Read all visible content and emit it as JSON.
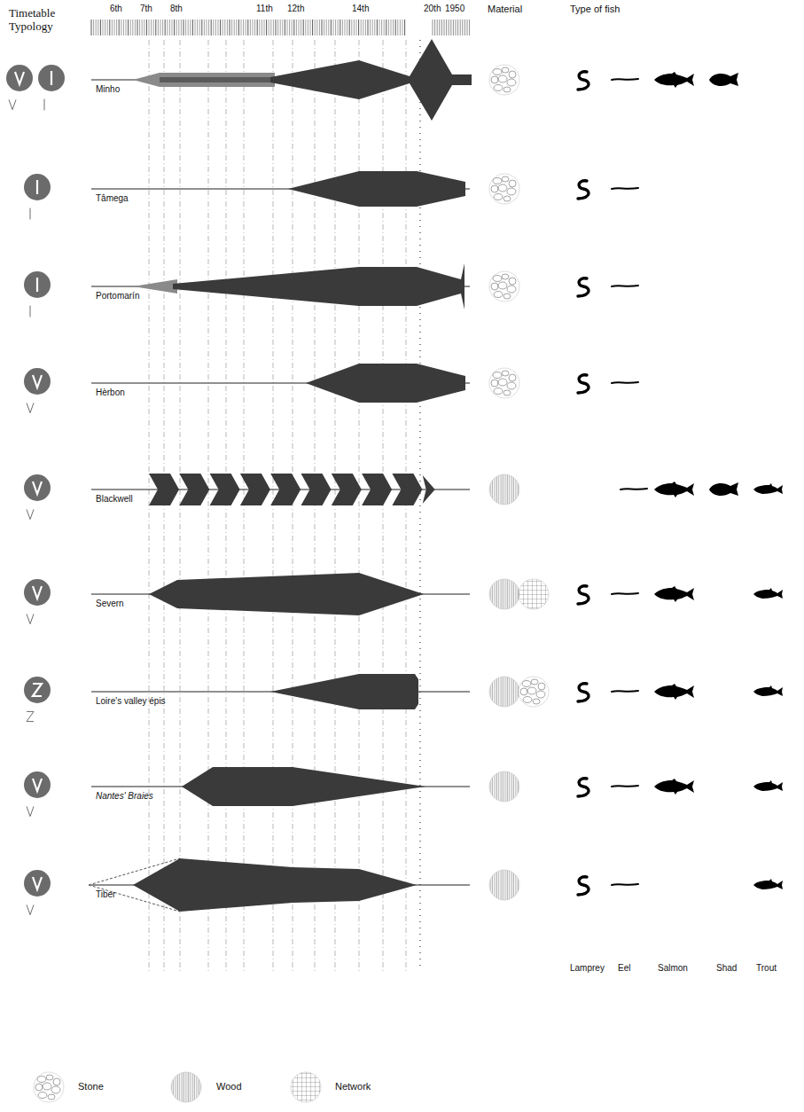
{
  "diagram": {
    "labels": [
      "Timetable Typology",
      "6th",
      "7th",
      "8th",
      "11th",
      "12th",
      "14th",
      "20th",
      "1950",
      "Material",
      "Type of fish",
      "Minho",
      "Tâmega",
      "Portomarín",
      "Hèrbon",
      "Blackwell",
      "Severn",
      "Loire's valley épis",
      "Nantes' Braies",
      "Tiber",
      "Lamprey",
      "Eel",
      "Salmon",
      "Shad",
      "Trout"
    ],
    "legend": [
      {
        "text": "Stone"
      },
      {
        "text": "Wood"
      },
      {
        "text": "Network"
      }
    ]
  }
}
